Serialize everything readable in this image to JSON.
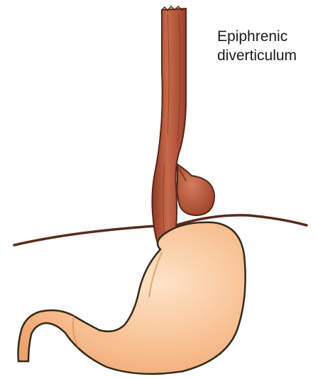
{
  "annotation": {
    "lines": [
      "Epiphrenic",
      "diverticulum"
    ]
  },
  "colors": {
    "esophagus": "#b5553a",
    "esophagus_highlight": "#d8846a",
    "esophagus_outline": "#5a2618",
    "diverticulum": "#b9563b",
    "stomach": "#f6b98a",
    "stomach_highlight": "#fde0c4",
    "stomach_outline": "#2f2a1c",
    "diaphragm": "#5b2a1a"
  },
  "icons": {
    "esophagus": "esophagus-tube",
    "diverticulum": "pouch-outpouching",
    "stomach": "stomach-organ",
    "diaphragm": "diaphragm-curve"
  }
}
